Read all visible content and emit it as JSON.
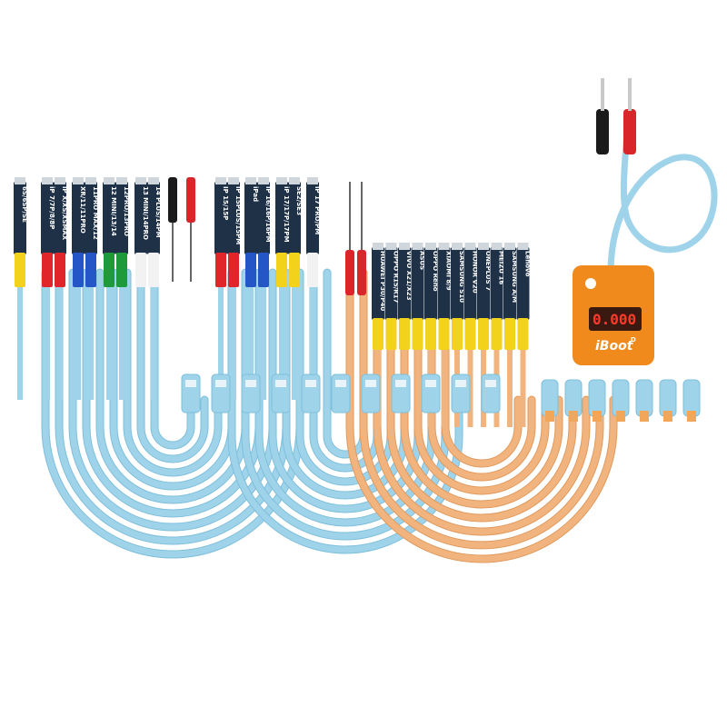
{
  "image": {
    "colors": {
      "blue_cable": "#9ed3ea",
      "blue_cable_edge": "#7fbfdb",
      "orange_cable": "#f2b47e",
      "orange_cable_edge": "#e09a5e",
      "board": "#1f3147",
      "box": "#f08a1c",
      "display_red": "#ff3a2a"
    },
    "left_group": {
      "labels": [
        "6S/6SP/SE",
        "iP 7/7P/8/8P",
        "iP X/XS/XSMAX",
        "XR/11/11PRO",
        "11PRO MAX/12",
        "12 MINI/13/14",
        "12PRO/13PRO",
        "13 MINI/14PRO",
        "14 PLUS/14PM",
        "IP 15/15P",
        "iP 15PLUS/15PM",
        "iPad",
        "iP 16/16P/16PM",
        "iP 17/17P/17PM",
        "SE2/SE3",
        "iP 17 PRO/PM"
      ],
      "tips": [
        "yellow",
        "red",
        "red",
        "blue",
        "blue",
        "green",
        "green",
        "white",
        "white",
        "red",
        "red",
        "blue",
        "blue",
        "yellow",
        "yellow",
        "white"
      ]
    },
    "right_group": {
      "labels": [
        "HUAWEI P30/P40",
        "OPPO R15/R17",
        "VIVO X21/X23",
        "ASUS",
        "OPPO Reno",
        "XIAOMI 8/9",
        "SAMSUNG S10",
        "HONOR V20",
        "ONEPLUS 7",
        "MEIZU 16",
        "SAMSUNG A/M",
        "Lenovo"
      ]
    },
    "power_box": {
      "brand_icon": "sunshine-logo",
      "display_value": "0.000",
      "product_name": "iBoot",
      "product_superscript": "D"
    }
  }
}
